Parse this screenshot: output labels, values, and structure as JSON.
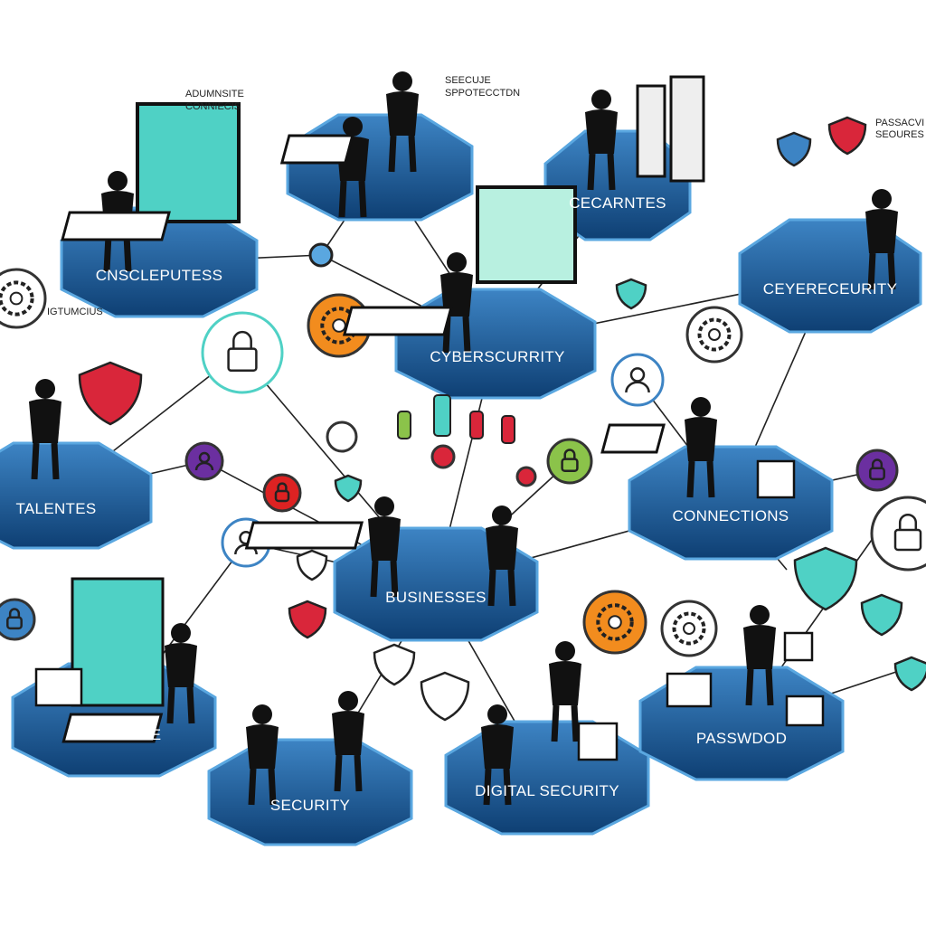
{
  "notes": {
    "top_left": [
      "ADUMNSITE",
      "CONNIECIS"
    ],
    "top_center": [
      "SEECUJE",
      "SPPOTECCTDN"
    ],
    "top_right": [
      "PASSACVI",
      "SEOURES"
    ],
    "left": "IGTUMCIUS"
  },
  "plates": {
    "p1": "CNSCLEPUTESS",
    "p2": "",
    "p3": "CECARNTES",
    "p4": "CEYERECEURITY",
    "p5": "CYBERSCURRITY",
    "p6": "TALENTES",
    "p7": "CONNECTIONS",
    "p8": "BUSINESSES",
    "p9": "CUPCICONE",
    "p10": "SECURITY",
    "p11": "DIGITAL SECURITY",
    "p12": "PASSWDOD"
  },
  "colors": {
    "plate_top": "#3d84c4",
    "plate_bottom": "#0e3f73",
    "plate_edge": "#5aa7e0",
    "accent_teal": "#4fd1c5",
    "accent_red": "#d9263a",
    "accent_orange": "#f28c1e",
    "accent_purple": "#6b2fa0",
    "figure": "#111111"
  },
  "icons": [
    "lock-icon",
    "shield-icon",
    "gear-icon",
    "user-icon",
    "server-icon",
    "laptop-icon",
    "document-stack-icon"
  ]
}
